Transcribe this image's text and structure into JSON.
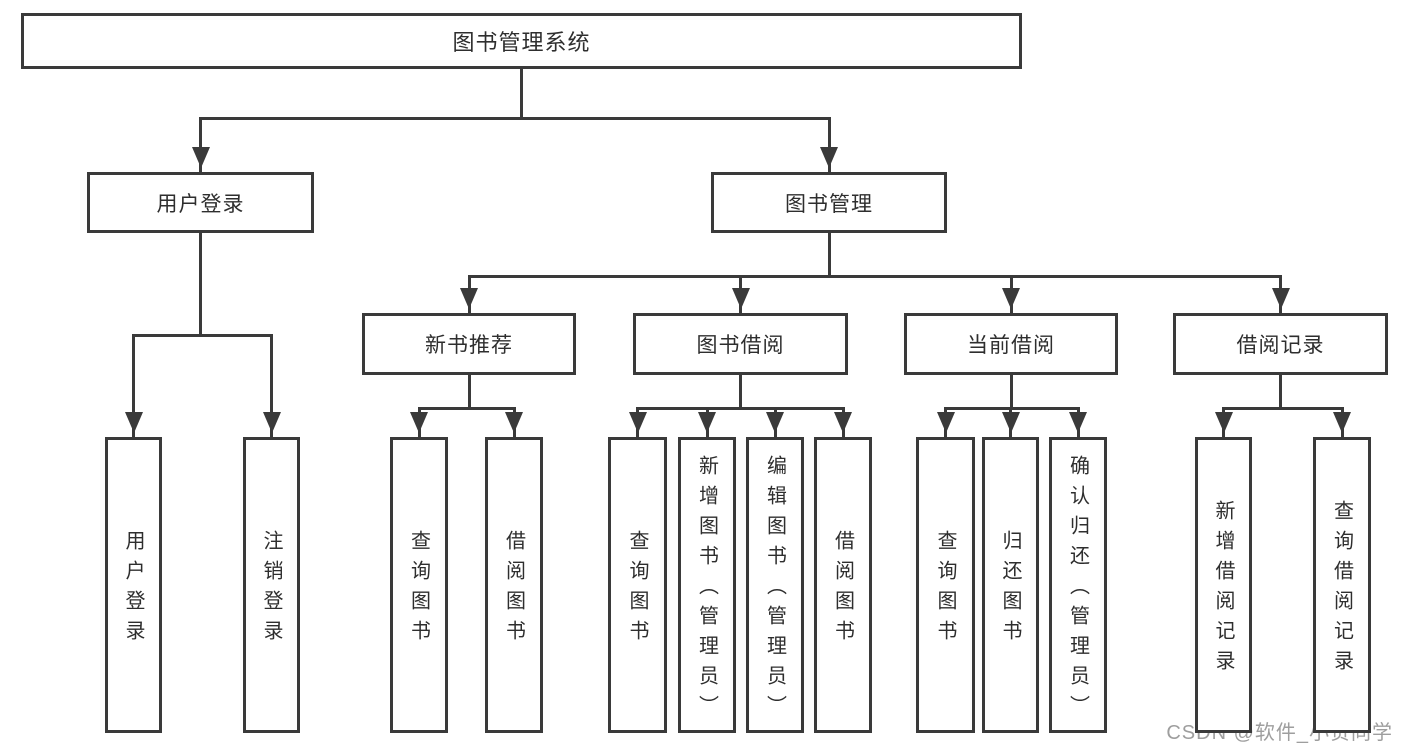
{
  "watermark": "CSDN @软件_小贺同学",
  "colors": {
    "line": "#3a3a3a",
    "text": "#2e2e2e",
    "watermark": "#9e9e9e"
  },
  "tree": {
    "id": "system",
    "label": "图书管理系统",
    "children": [
      {
        "id": "user-login",
        "label": "用户登录",
        "children": [
          {
            "id": "login",
            "label": "用户登录"
          },
          {
            "id": "logout",
            "label": "注销登录"
          }
        ]
      },
      {
        "id": "book-mgmt",
        "label": "图书管理",
        "children": [
          {
            "id": "new-book-rec",
            "label": "新书推荐",
            "children": [
              {
                "id": "query-book-1",
                "label": "查询图书"
              },
              {
                "id": "borrow-book-1",
                "label": "借阅图书"
              }
            ]
          },
          {
            "id": "book-borrow",
            "label": "图书借阅",
            "children": [
              {
                "id": "query-book-2",
                "label": "查询图书"
              },
              {
                "id": "add-book",
                "label": "新增图书（管理员）"
              },
              {
                "id": "edit-book",
                "label": "编辑图书（管理员）"
              },
              {
                "id": "borrow-book-2",
                "label": "借阅图书"
              }
            ]
          },
          {
            "id": "current-borrow",
            "label": "当前借阅",
            "children": [
              {
                "id": "query-book-3",
                "label": "查询图书"
              },
              {
                "id": "return-book",
                "label": "归还图书"
              },
              {
                "id": "confirm-return",
                "label": "确认归还（管理员）"
              }
            ]
          },
          {
            "id": "borrow-record",
            "label": "借阅记录",
            "children": [
              {
                "id": "add-borrow-record",
                "label": "新增借阅记录"
              },
              {
                "id": "query-borrow-record",
                "label": "查询借阅记录"
              }
            ]
          }
        ]
      }
    ]
  }
}
